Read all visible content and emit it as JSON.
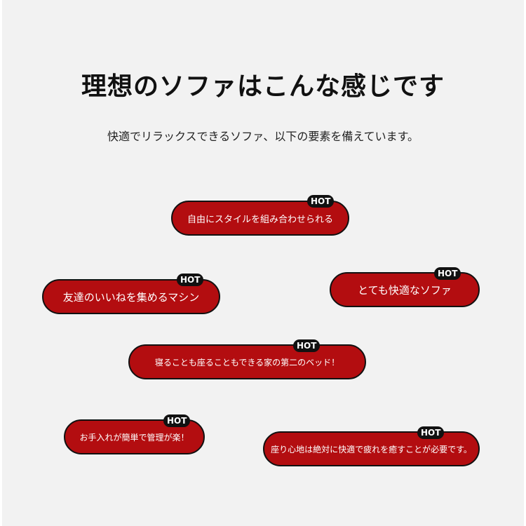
{
  "title": "理想のソファはこんな感じです",
  "subtitle": "快適でリラックスできるソファ、以下の要素を備えています。",
  "badge": "HOT",
  "colors": {
    "pill": "#b30d10",
    "border": "#111111",
    "background": "#f2f2f2"
  },
  "features": [
    "自由にスタイルを組み合わせられる",
    "友達のいいねを集めるマシン",
    "とても快適なソファ",
    "寝ることも座ることもできる家の第二のベッド！",
    "お手入れが簡単で管理が楽！",
    "座り心地は絶対に快適で疲れを癒すことが必要です。"
  ]
}
